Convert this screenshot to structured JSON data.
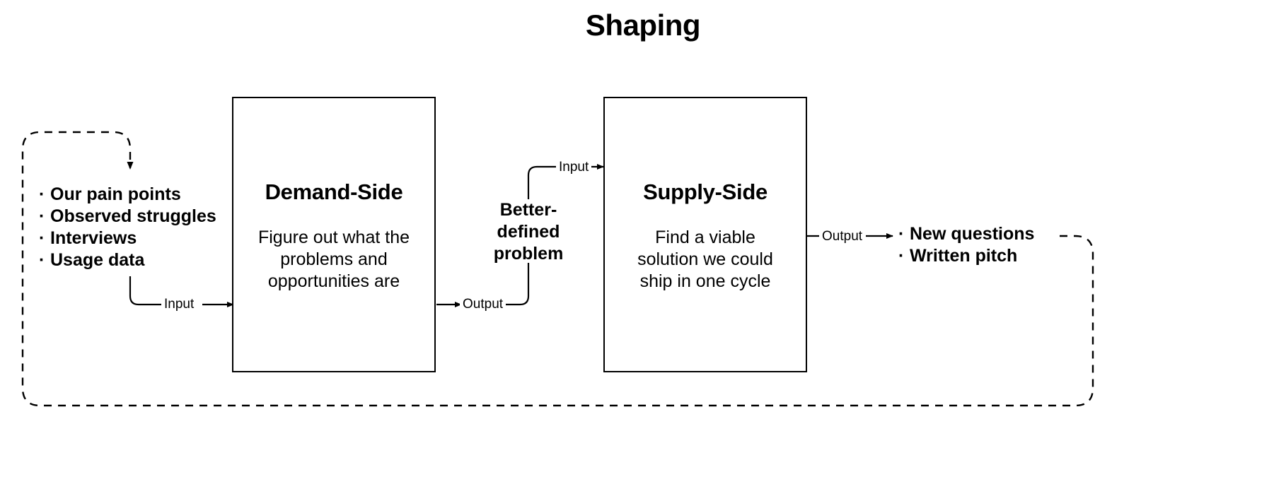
{
  "diagram": {
    "title": "Shaping",
    "type": "flow-diagram",
    "background_color": "#ffffff",
    "line_color": "#000000",
    "inputs": {
      "name": "raw-inputs",
      "items": [
        "Our pain points",
        "Observed struggles",
        "Interviews",
        "Usage data"
      ]
    },
    "demand_side": {
      "title": "Demand-Side",
      "body": "Figure out what the problems and opportunities are",
      "body_lines": [
        "Figure out what the",
        "problems and",
        "opportunities are"
      ]
    },
    "artifact": {
      "text": "Better-defined problem",
      "lines": [
        "Better-",
        "defined",
        "problem"
      ]
    },
    "supply_side": {
      "title": "Supply-Side",
      "body": "Find a viable solution we could ship in one cycle",
      "body_lines": [
        "Find a viable",
        "solution we could",
        "ship in one cycle"
      ]
    },
    "outputs": {
      "name": "shaping-outputs",
      "items": [
        "New questions",
        "Written pitch"
      ]
    },
    "edges": {
      "input_to_demand": "Input",
      "demand_to_artifact": "Output",
      "artifact_to_supply": "Input",
      "supply_to_outputs": "Output"
    },
    "bullet_glyph": "·"
  }
}
